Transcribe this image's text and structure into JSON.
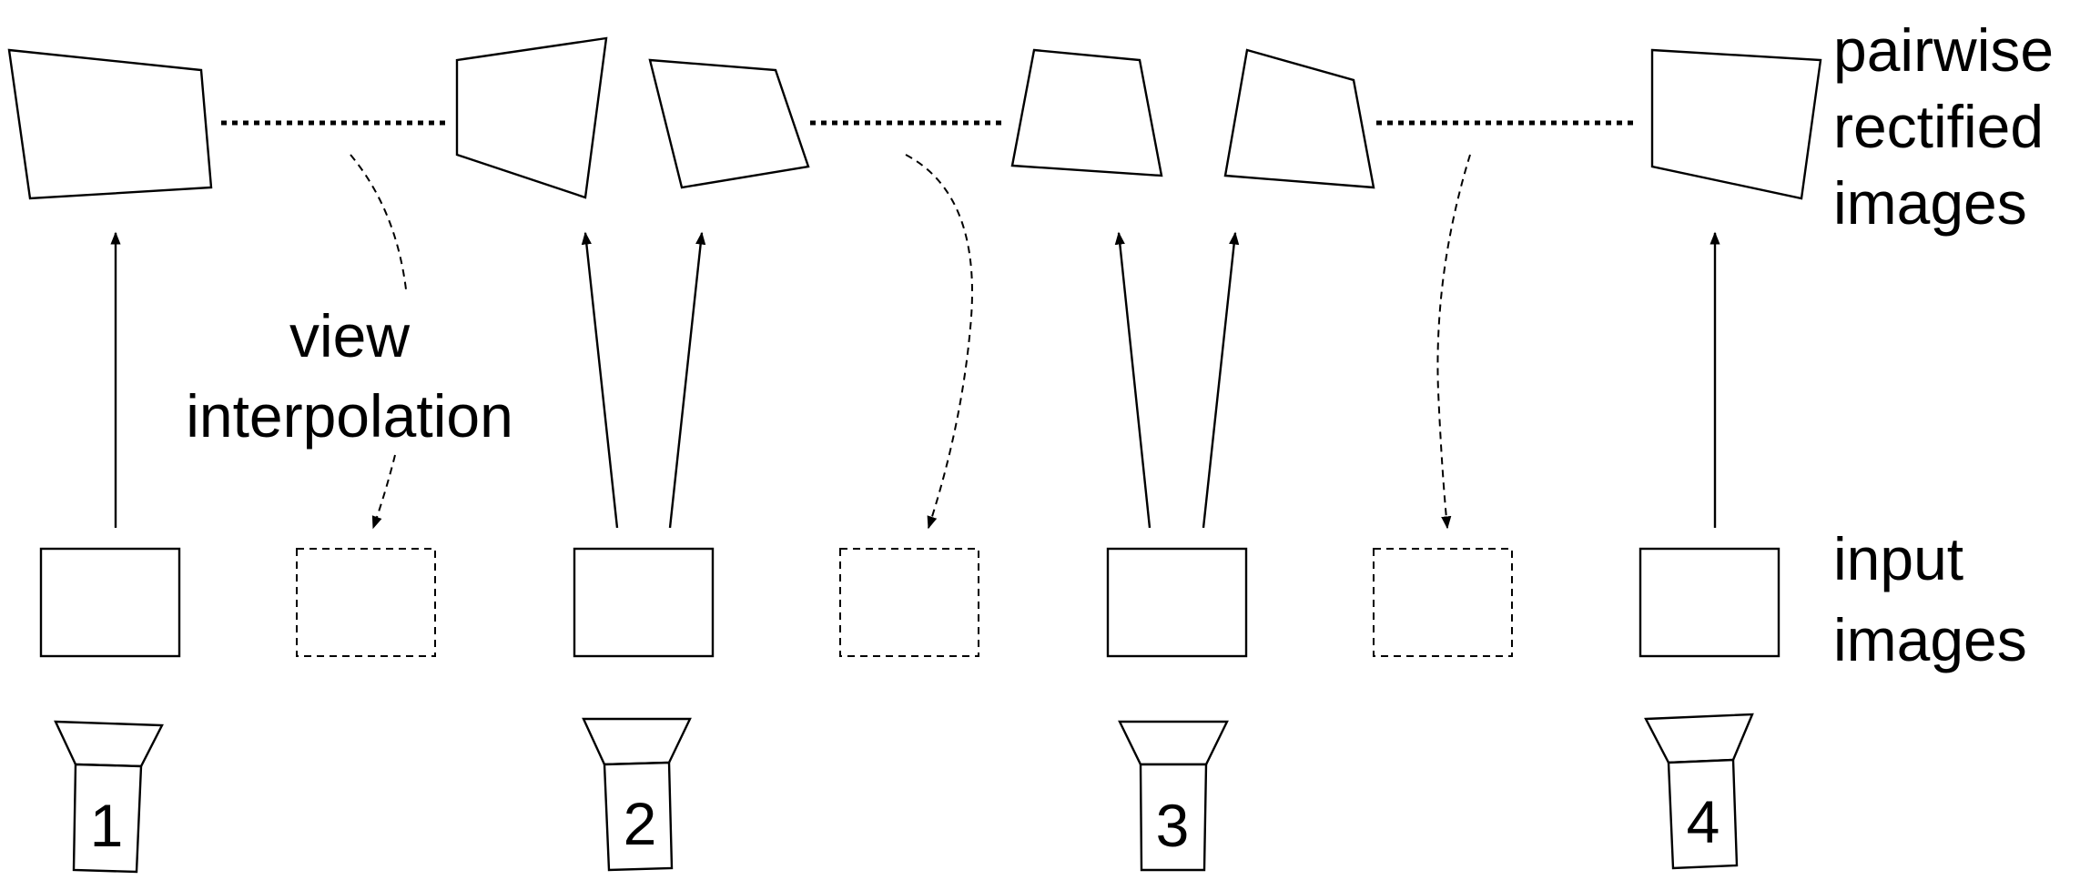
{
  "labels": {
    "rectified_line1": "pairwise",
    "rectified_line2": "rectified",
    "rectified_line3": "images",
    "input_line1": "input",
    "input_line2": "images",
    "interp_line1": "view",
    "interp_line2": "interpolation"
  },
  "cameras": [
    {
      "number": "1"
    },
    {
      "number": "2"
    },
    {
      "number": "3"
    },
    {
      "number": "4"
    }
  ]
}
